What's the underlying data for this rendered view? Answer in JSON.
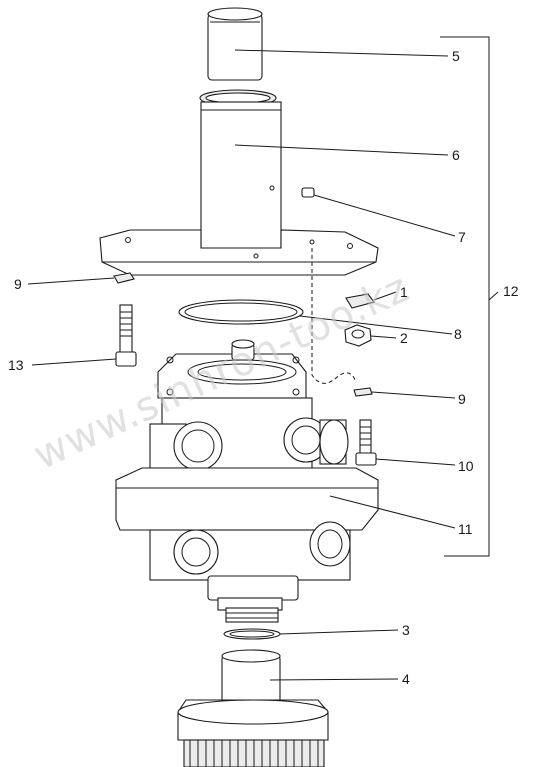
{
  "labels": {
    "l1": "1",
    "l2": "2",
    "l3": "3",
    "l4": "4",
    "l5": "5",
    "l6": "6",
    "l7": "7",
    "l8": "8",
    "l9a": "9",
    "l9b": "9",
    "l10": "10",
    "l11": "11",
    "l12": "12",
    "l13": "13"
  },
  "watermark": "www.sinhron-too.kz"
}
